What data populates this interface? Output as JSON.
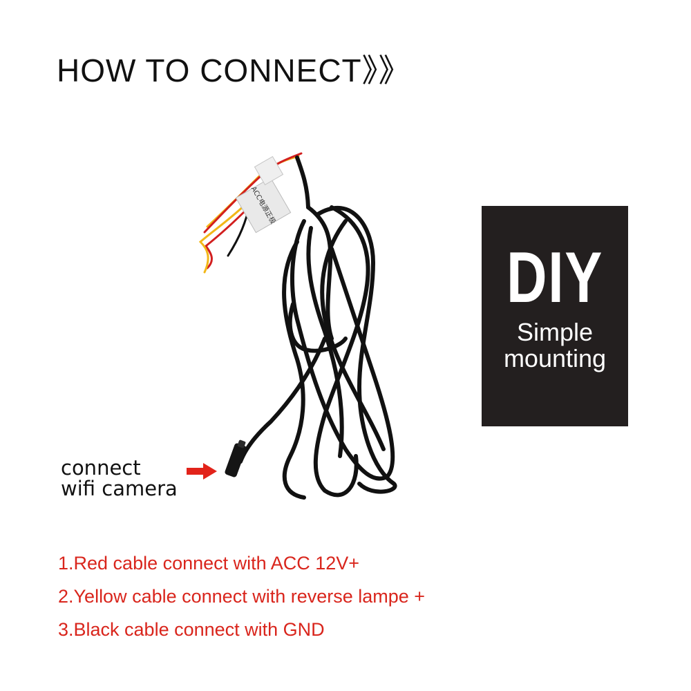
{
  "header": {
    "title": "HOW TO CONNECT》》"
  },
  "photo": {
    "label_text": "ACC电源正极",
    "cable_colors": {
      "black": "#111111",
      "red": "#d21f1f",
      "yellow": "#f2b718"
    }
  },
  "badge": {
    "big": "DIY",
    "line1": "Simple",
    "line2": "mounting",
    "background": "#231f1f"
  },
  "callout": {
    "line1": "connect",
    "line2": "wifi camera",
    "arrow_icon": "right-arrow-icon",
    "arrow_color": "#e2231a"
  },
  "instructions": {
    "color": "#d9251c",
    "items": [
      "1.Red cable connect with ACC 12V+",
      "2.Yellow cable connect with reverse lampe +",
      "3.Black cable connect with GND"
    ]
  }
}
